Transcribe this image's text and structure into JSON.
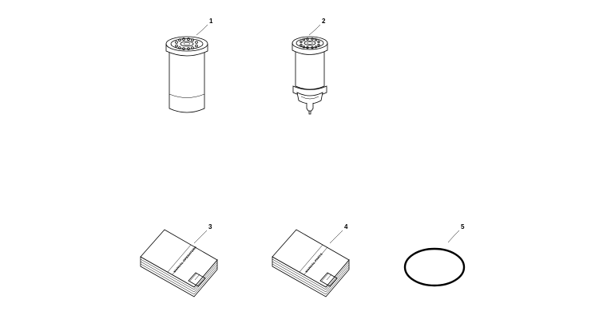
{
  "diagram": {
    "parts": [
      {
        "callout": "1",
        "name": "fuel-filter-cartridge"
      },
      {
        "callout": "2",
        "name": "fuel-prefilter-cartridge"
      },
      {
        "callout": "3",
        "name": "operators-manual",
        "cover_text": "MANUAL OPERATORS"
      },
      {
        "callout": "4",
        "name": "parts-manual",
        "cover_text": "MANUAL PARTS"
      },
      {
        "callout": "5",
        "name": "o-ring"
      }
    ]
  }
}
